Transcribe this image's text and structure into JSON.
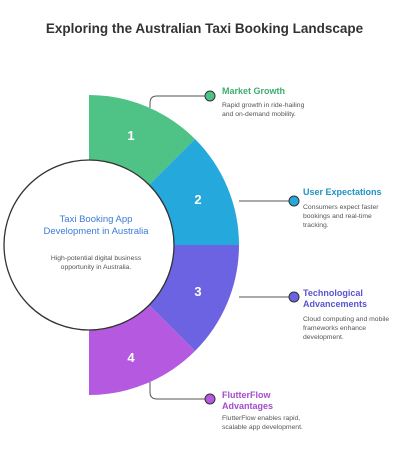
{
  "title": "Exploring the Australian Taxi Booking Landscape",
  "center": {
    "title": "Taxi Booking App Development in Australia",
    "description": "High-potential digital business opportunity in Australia."
  },
  "segments": [
    {
      "number": "1",
      "color": "#4fc286",
      "title": "Market Growth",
      "title_color": "#3dae72",
      "description": "Rapid growth in ride-hailing and on-demand mobility."
    },
    {
      "number": "2",
      "color": "#25a9dc",
      "title": "User Expectations",
      "title_color": "#1f93c4",
      "description": "Consumers expect faster bookings and real-time tracking."
    },
    {
      "number": "3",
      "color": "#6b63e2",
      "title": "Technological Advancements",
      "title_color": "#5b54cc",
      "description": "Cloud computing and mobile frameworks enhance development."
    },
    {
      "number": "4",
      "color": "#b55ae0",
      "title": "FlutterFlow Advantages",
      "title_color": "#a34ccd",
      "description": "FlutterFlow enables rapid, scalable app development."
    }
  ]
}
